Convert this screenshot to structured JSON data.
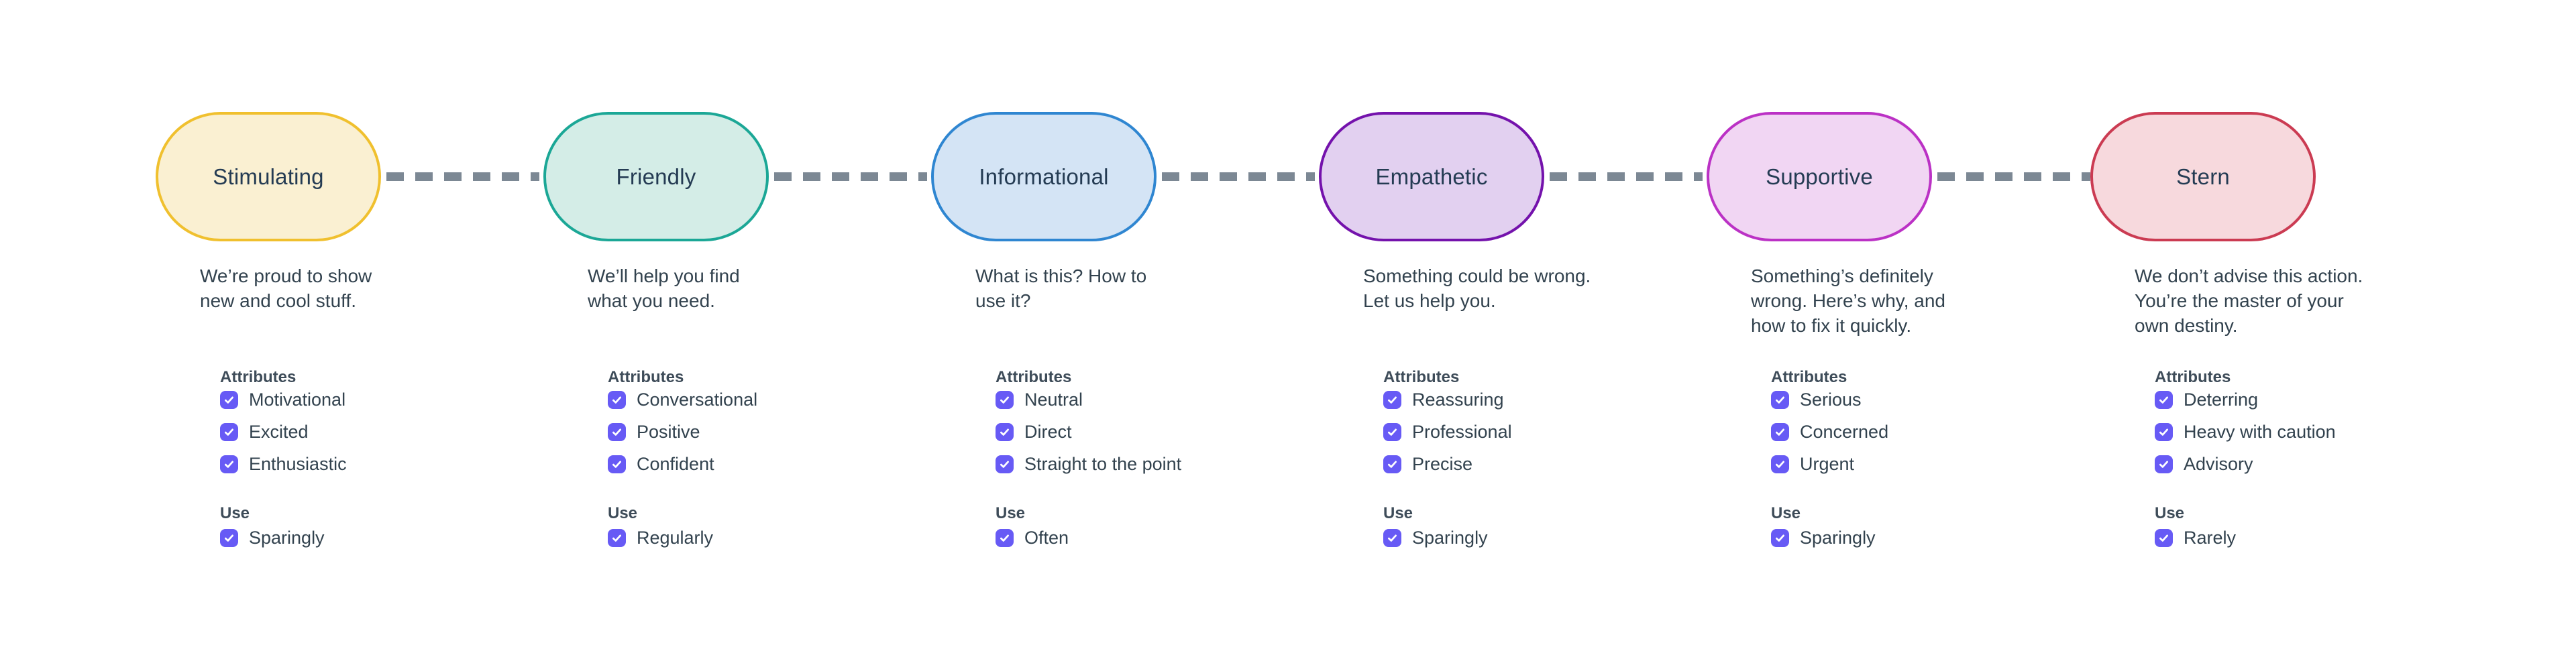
{
  "palette": {
    "checkbox": "#675AF5",
    "connector": "#7C8894",
    "text": "#32424E",
    "heading": "#3E4C59",
    "pill_text": "#243B53"
  },
  "labels": {
    "attributes": "Attributes",
    "use": "Use"
  },
  "tones": [
    {
      "name": "Stimulating",
      "border": "#F0C02E",
      "fill": "#FAF0D2",
      "desc_lines": [
        "We’re proud to show",
        "new and cool stuff."
      ],
      "attributes": [
        "Motivational",
        "Excited",
        "Enthusiastic"
      ],
      "use": "Sparingly",
      "checked": "true"
    },
    {
      "name": "Friendly",
      "border": "#1BA796",
      "fill": "#D4EDE7",
      "desc_lines": [
        "We’ll help you find",
        "what you need."
      ],
      "attributes": [
        "Conversational",
        "Positive",
        "Confident"
      ],
      "use": "Regularly",
      "checked": "true"
    },
    {
      "name": "Informational",
      "border": "#2F86D1",
      "fill": "#D4E4F5",
      "desc_lines": [
        "What is this? How to",
        "use it?"
      ],
      "attributes": [
        "Neutral",
        "Direct",
        "Straight to the point"
      ],
      "use": "Often",
      "checked": "true"
    },
    {
      "name": "Empathetic",
      "border": "#7412AC",
      "fill": "#E2D0F0",
      "desc_lines": [
        "Something could be wrong.",
        "Let us help you."
      ],
      "attributes": [
        "Reassuring",
        "Professional",
        "Precise"
      ],
      "use": "Sparingly",
      "checked": "true"
    },
    {
      "name": "Supportive",
      "border": "#BB31C5",
      "fill": "#F1D6F3",
      "desc_lines": [
        "Something’s definitely",
        "wrong. Here’s why, and",
        "how to fix it quickly."
      ],
      "attributes": [
        "Serious",
        "Concerned",
        "Urgent"
      ],
      "use": "Sparingly",
      "checked": "true"
    },
    {
      "name": "Stern",
      "border": "#CB3B52",
      "fill": "#F7D9DD",
      "desc_lines": [
        "We don’t advise this action.",
        "You’re the master of your",
        "own destiny."
      ],
      "attributes": [
        "Deterring",
        "Heavy with caution",
        "Advisory"
      ],
      "use": "Rarely",
      "checked": "true"
    }
  ]
}
